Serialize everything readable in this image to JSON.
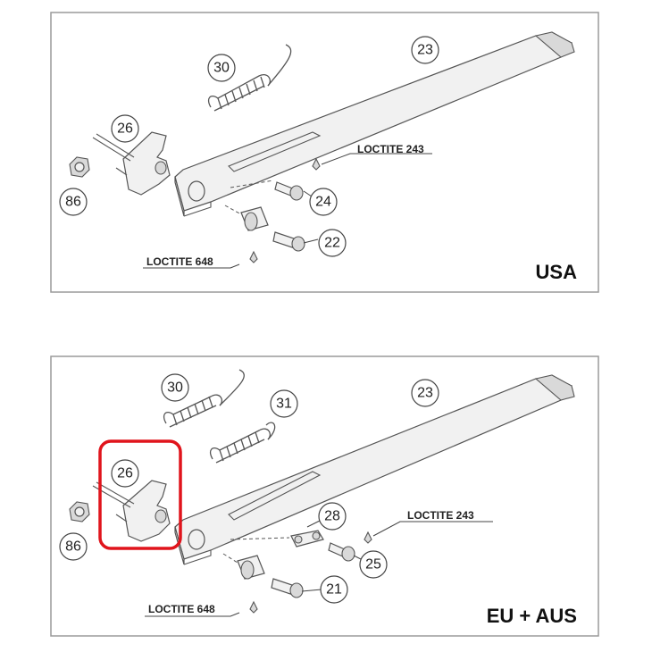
{
  "panels": [
    {
      "region": "USA",
      "callouts": [
        "30",
        "26",
        "23",
        "86",
        "24",
        "22"
      ],
      "loctite_top": "LOCTITE 243",
      "loctite_bottom": "LOCTITE 648"
    },
    {
      "region": "EU + AUS",
      "callouts": [
        "30",
        "31",
        "23",
        "26",
        "28",
        "86",
        "25",
        "21"
      ],
      "loctite_top": "LOCTITE 243",
      "loctite_bottom": "LOCTITE 648"
    }
  ],
  "highlight": {
    "part": "26",
    "color": "#e0141c"
  }
}
